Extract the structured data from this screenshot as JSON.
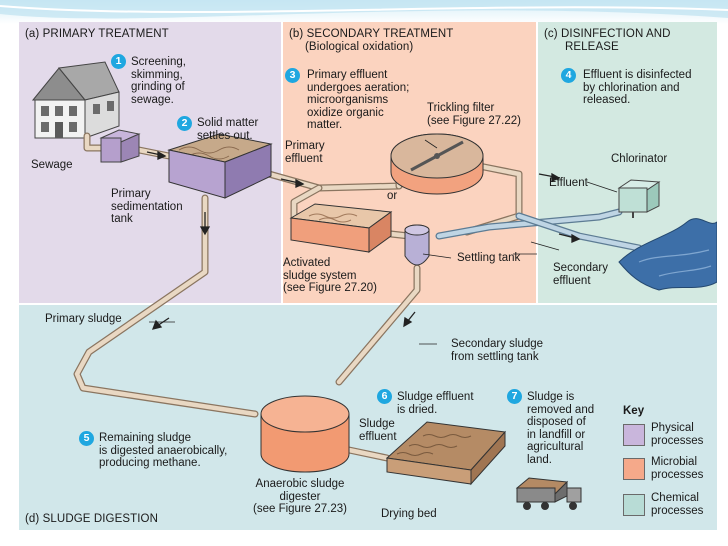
{
  "sections": {
    "primary": "(a) PRIMARY TREATMENT",
    "secondary": "(b) SECONDARY TREATMENT",
    "secondary_sub": "(Biological oxidation)",
    "disinfection_1": "(c) DISINFECTION AND",
    "disinfection_2": "RELEASE",
    "sludge": "(d) SLUDGE DIGESTION"
  },
  "steps": [
    {
      "num": "1",
      "lines": [
        "Screening,",
        "skimming,",
        "grinding of",
        "sewage."
      ]
    },
    {
      "num": "2",
      "lines": [
        "Solid matter",
        "settles out."
      ]
    },
    {
      "num": "3",
      "lines": [
        "Primary effluent",
        "undergoes aeration;",
        "microorganisms",
        "oxidize organic",
        "matter."
      ]
    },
    {
      "num": "4",
      "lines": [
        "Effluent is disinfected",
        "by chlorination and",
        "released."
      ]
    },
    {
      "num": "5",
      "lines": [
        "Remaining sludge",
        "is digested anaerobically,",
        "producing methane."
      ]
    },
    {
      "num": "6",
      "lines": [
        "Sludge effluent",
        "is dried."
      ]
    },
    {
      "num": "7",
      "lines": [
        "Sludge is",
        "removed and",
        "disposed of",
        "in landfill or",
        "agricultural",
        "land."
      ]
    }
  ],
  "labels": {
    "sewage": "Sewage",
    "primary_sed_1": "Primary",
    "primary_sed_2": "sedimentation",
    "primary_sed_3": "tank",
    "primary_effluent_1": "Primary",
    "primary_effluent_2": "effluent",
    "trickling_1": "Trickling filter",
    "trickling_2": "(see Figure 27.22)",
    "or": "or",
    "activated_1": "Activated",
    "activated_2": "sludge system",
    "activated_3": "(see Figure 27.20)",
    "settling_tank": "Settling tank",
    "chlorinator": "Chlorinator",
    "effluent": "Effluent",
    "secondary_effluent_1": "Secondary",
    "secondary_effluent_2": "effluent",
    "primary_sludge": "Primary sludge",
    "secondary_sludge_1": "Secondary sludge",
    "secondary_sludge_2": "from settling tank",
    "sludge_effluent_1": "Sludge",
    "sludge_effluent_2": "effluent",
    "digester_1": "Anaerobic sludge",
    "digester_2": "digester",
    "digester_3": "(see Figure 27.23)",
    "drying_bed": "Drying bed"
  },
  "key": {
    "title": "Key",
    "items": [
      {
        "lines": [
          "Physical",
          "processes"
        ],
        "color": "#c9b6dc"
      },
      {
        "lines": [
          "Microbial",
          "processes"
        ],
        "color": "#f5a98a"
      },
      {
        "lines": [
          "Chemical",
          "processes"
        ],
        "color": "#b8dcd6"
      }
    ]
  },
  "colors": {
    "physical_bg": "#e3daea",
    "microbial_bg": "#fbd3bf",
    "chemical_bg": "#d3e9e1",
    "sludge_bg": "#d1e7ea",
    "badge": "#1fa7e0"
  }
}
